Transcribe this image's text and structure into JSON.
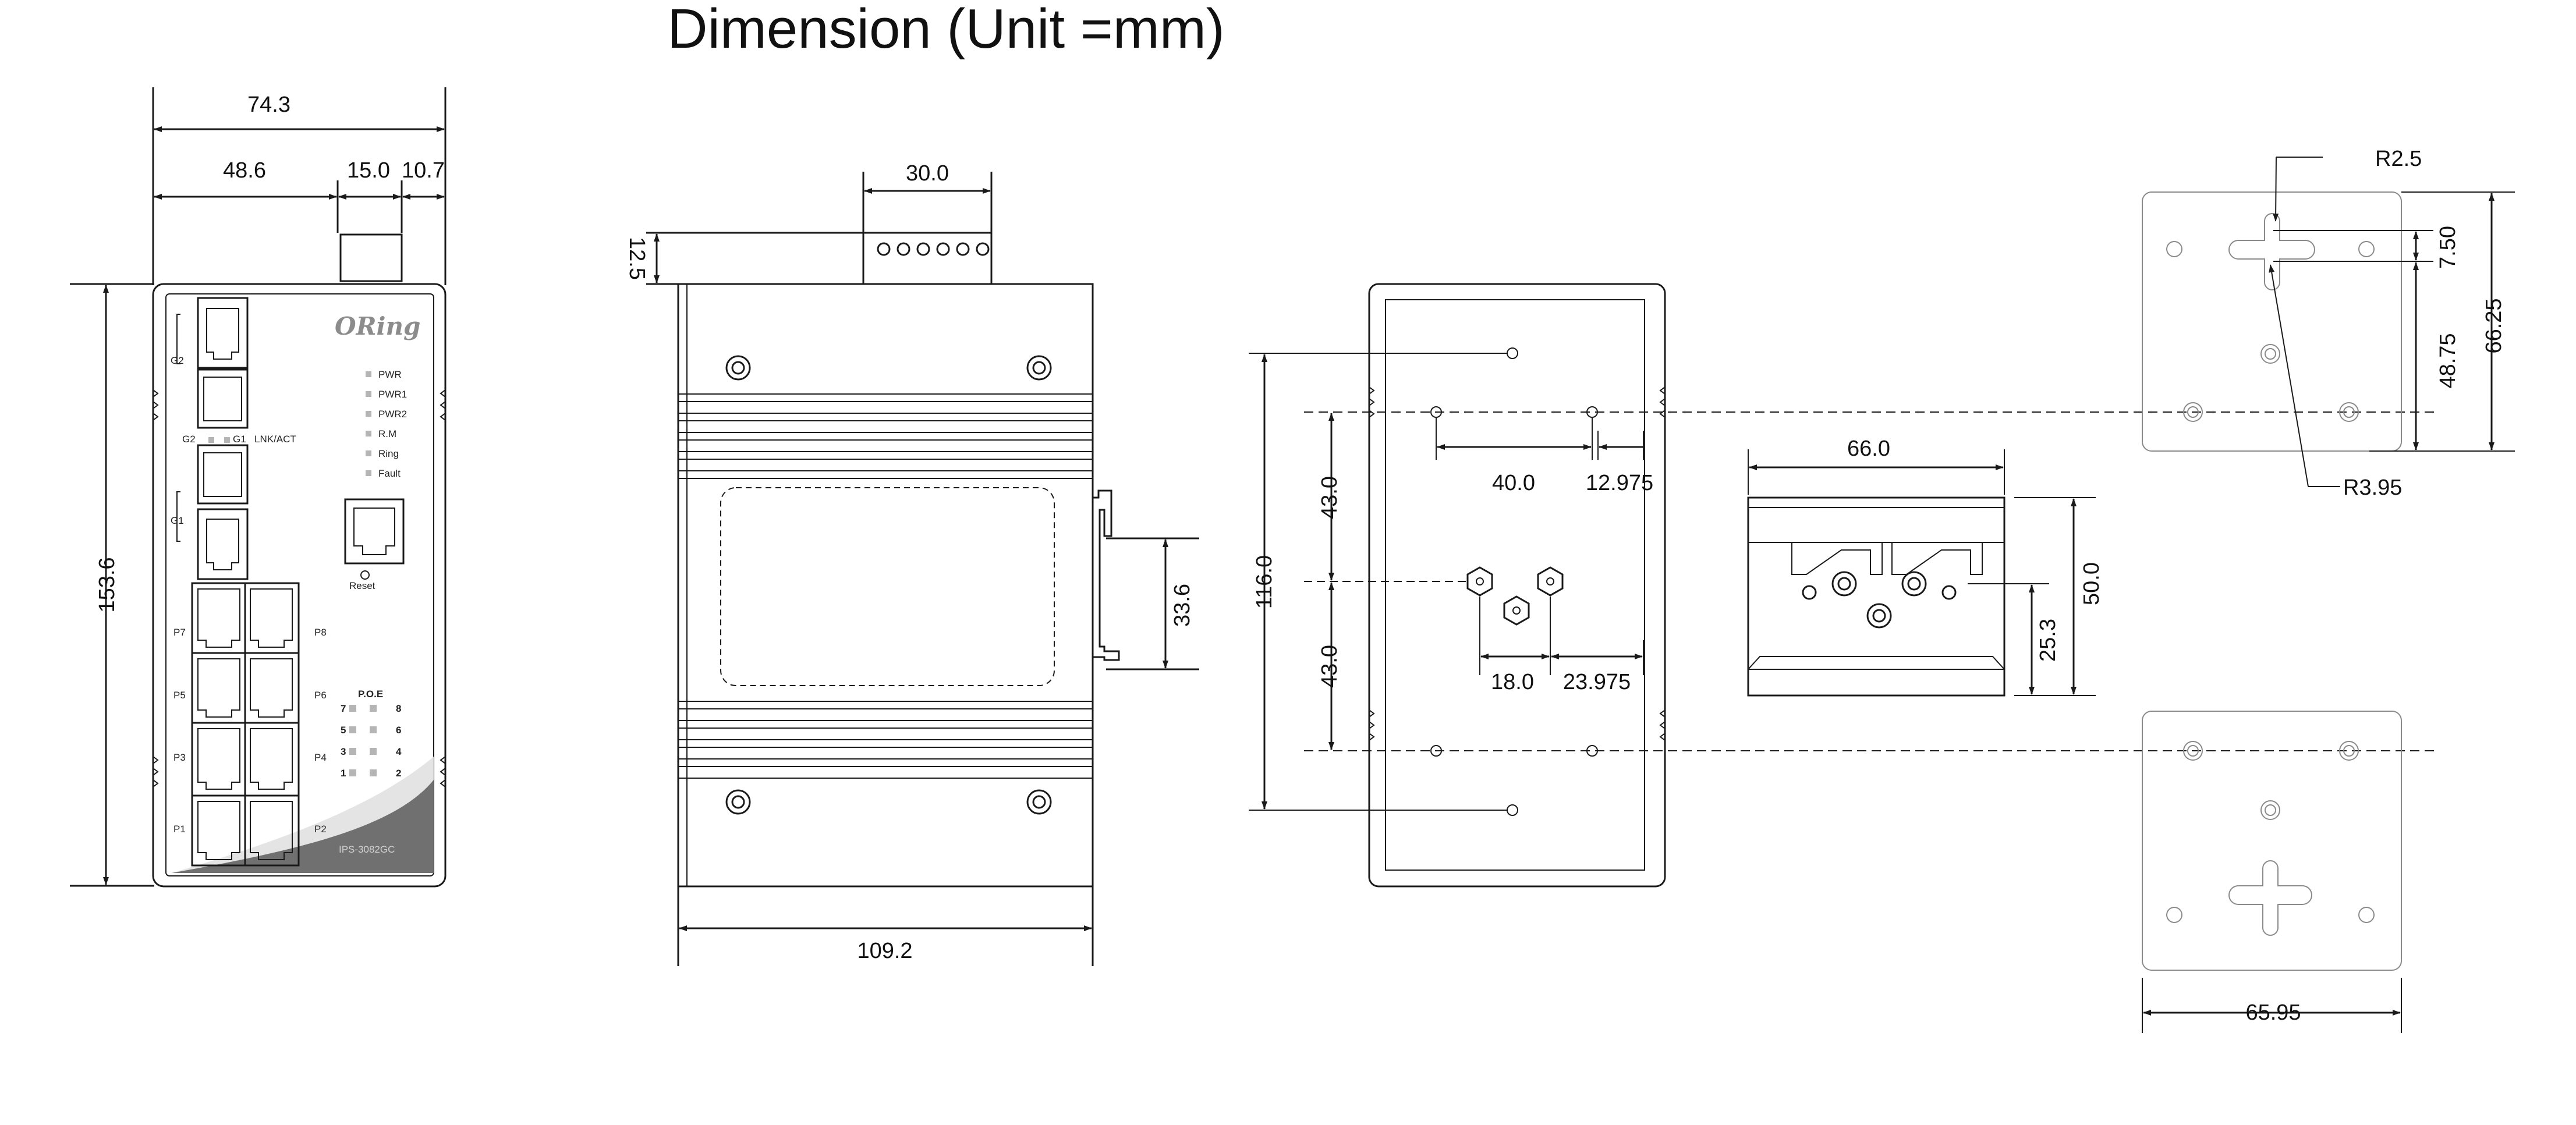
{
  "title": "Dimension (Unit =mm)",
  "dimensions": {
    "front_width": "74.3",
    "front_left_part": "48.6",
    "front_mid_part": "15.0",
    "front_right_part": "10.7",
    "front_height": "153.6",
    "side_connector_width": "30.0",
    "side_connector_height": "12.5",
    "side_width": "109.2",
    "side_clip_height": "33.6",
    "rear_hole_span": "116.0",
    "rear_upper_spacing": "43.0",
    "rear_lower_spacing": "43.0",
    "rear_h1": "40.0",
    "rear_h2": "12.975",
    "rear_h3": "18.0",
    "rear_h4": "23.975",
    "din_width": "66.0",
    "din_height": "50.0",
    "din_offset": "25.3",
    "plate_r1": "R2.5",
    "plate_r2": "R3.95",
    "plate_v1": "7.50",
    "plate_v2": "48.75",
    "plate_v3": "66.25",
    "plate_width": "65.95"
  },
  "device": {
    "brand": "ORing",
    "model": "IPS-3082GC",
    "led_labels": [
      "PWR",
      "PWR1",
      "PWR2",
      "R.M",
      "Ring",
      "Fault"
    ],
    "uplink_labels": [
      "G2",
      "G1",
      "LNK/ACT"
    ],
    "port_g2": "G2",
    "port_g1": "G1",
    "reset_label": "Reset",
    "poe_title": "P.O.E",
    "poe_rows": [
      [
        "7",
        "8"
      ],
      [
        "5",
        "6"
      ],
      [
        "3",
        "4"
      ],
      [
        "1",
        "2"
      ]
    ],
    "port_labels": [
      "P7",
      "P8",
      "P5",
      "P6",
      "P3",
      "P4",
      "P1",
      "P2"
    ]
  },
  "colors": {
    "line": "#1a1a1a",
    "plate_border": "#9a9a9a",
    "device_gray": "#6a6a6a",
    "light_gray": "#d0d0d0"
  }
}
